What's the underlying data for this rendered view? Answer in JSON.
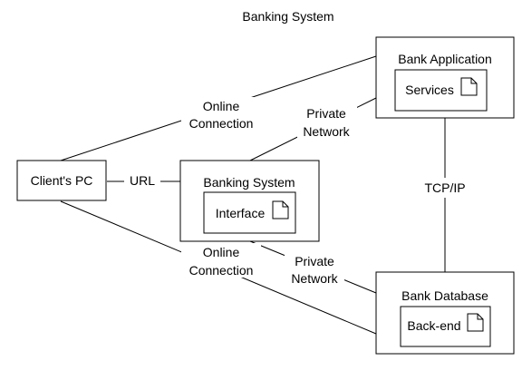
{
  "diagram": {
    "title": "Banking System",
    "nodes": {
      "client_pc": {
        "label": "Client's PC"
      },
      "banking_system": {
        "label": "Banking System",
        "child": "Interface"
      },
      "bank_application": {
        "label": "Bank Application",
        "child": "Services"
      },
      "bank_database": {
        "label": "Bank Database",
        "child": "Back-end"
      }
    },
    "edges": {
      "pc_to_banking": {
        "label": "URL"
      },
      "pc_to_application": {
        "label_line1": "Online",
        "label_line2": "Connection"
      },
      "pc_to_database": {
        "label_line1": "Online",
        "label_line2": "Connection"
      },
      "banking_to_application": {
        "label_line1": "Private",
        "label_line2": "Network"
      },
      "banking_to_database": {
        "label_line1": "Private",
        "label_line2": "Network"
      },
      "application_to_database": {
        "label": "TCP/IP"
      }
    }
  },
  "colors": {
    "stroke": "#000000",
    "fill": "#ffffff",
    "text": "#000000"
  }
}
